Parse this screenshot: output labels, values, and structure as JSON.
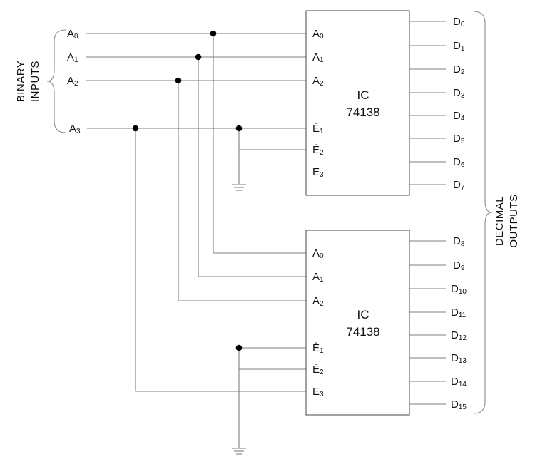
{
  "binary_inputs_label": [
    "BINARY",
    "INPUTS"
  ],
  "decimal_outputs_label": [
    "DECIMAL",
    "OUTPUTS"
  ],
  "inputs": [
    {
      "letter": "A",
      "sub": "0"
    },
    {
      "letter": "A",
      "sub": "1"
    },
    {
      "letter": "A",
      "sub": "2"
    },
    {
      "letter": "A",
      "sub": "3"
    }
  ],
  "chips": [
    {
      "name": "IC",
      "part": "74138",
      "pins": [
        {
          "letter": "A",
          "sub": "0"
        },
        {
          "letter": "A",
          "sub": "1"
        },
        {
          "letter": "A",
          "sub": "2"
        },
        {
          "letter": "Ē",
          "sub": "1"
        },
        {
          "letter": "Ē",
          "sub": "2"
        },
        {
          "letter": "E",
          "sub": "3"
        }
      ],
      "outputs": [
        {
          "letter": "D",
          "sub": "0"
        },
        {
          "letter": "D",
          "sub": "1"
        },
        {
          "letter": "D",
          "sub": "2"
        },
        {
          "letter": "D",
          "sub": "3"
        },
        {
          "letter": "D",
          "sub": "4"
        },
        {
          "letter": "D",
          "sub": "5"
        },
        {
          "letter": "D",
          "sub": "6"
        },
        {
          "letter": "D",
          "sub": "7"
        }
      ]
    },
    {
      "name": "IC",
      "part": "74138",
      "pins": [
        {
          "letter": "A",
          "sub": "0"
        },
        {
          "letter": "A",
          "sub": "1"
        },
        {
          "letter": "A",
          "sub": "2"
        },
        {
          "letter": "Ē",
          "sub": "1"
        },
        {
          "letter": "Ē",
          "sub": "2"
        },
        {
          "letter": "E",
          "sub": "3"
        }
      ],
      "outputs": [
        {
          "letter": "D",
          "sub": "8"
        },
        {
          "letter": "D",
          "sub": "9"
        },
        {
          "letter": "D",
          "sub": "10"
        },
        {
          "letter": "D",
          "sub": "11"
        },
        {
          "letter": "D",
          "sub": "12"
        },
        {
          "letter": "D",
          "sub": "13"
        },
        {
          "letter": "D",
          "sub": "14"
        },
        {
          "letter": "D",
          "sub": "15"
        }
      ]
    }
  ]
}
